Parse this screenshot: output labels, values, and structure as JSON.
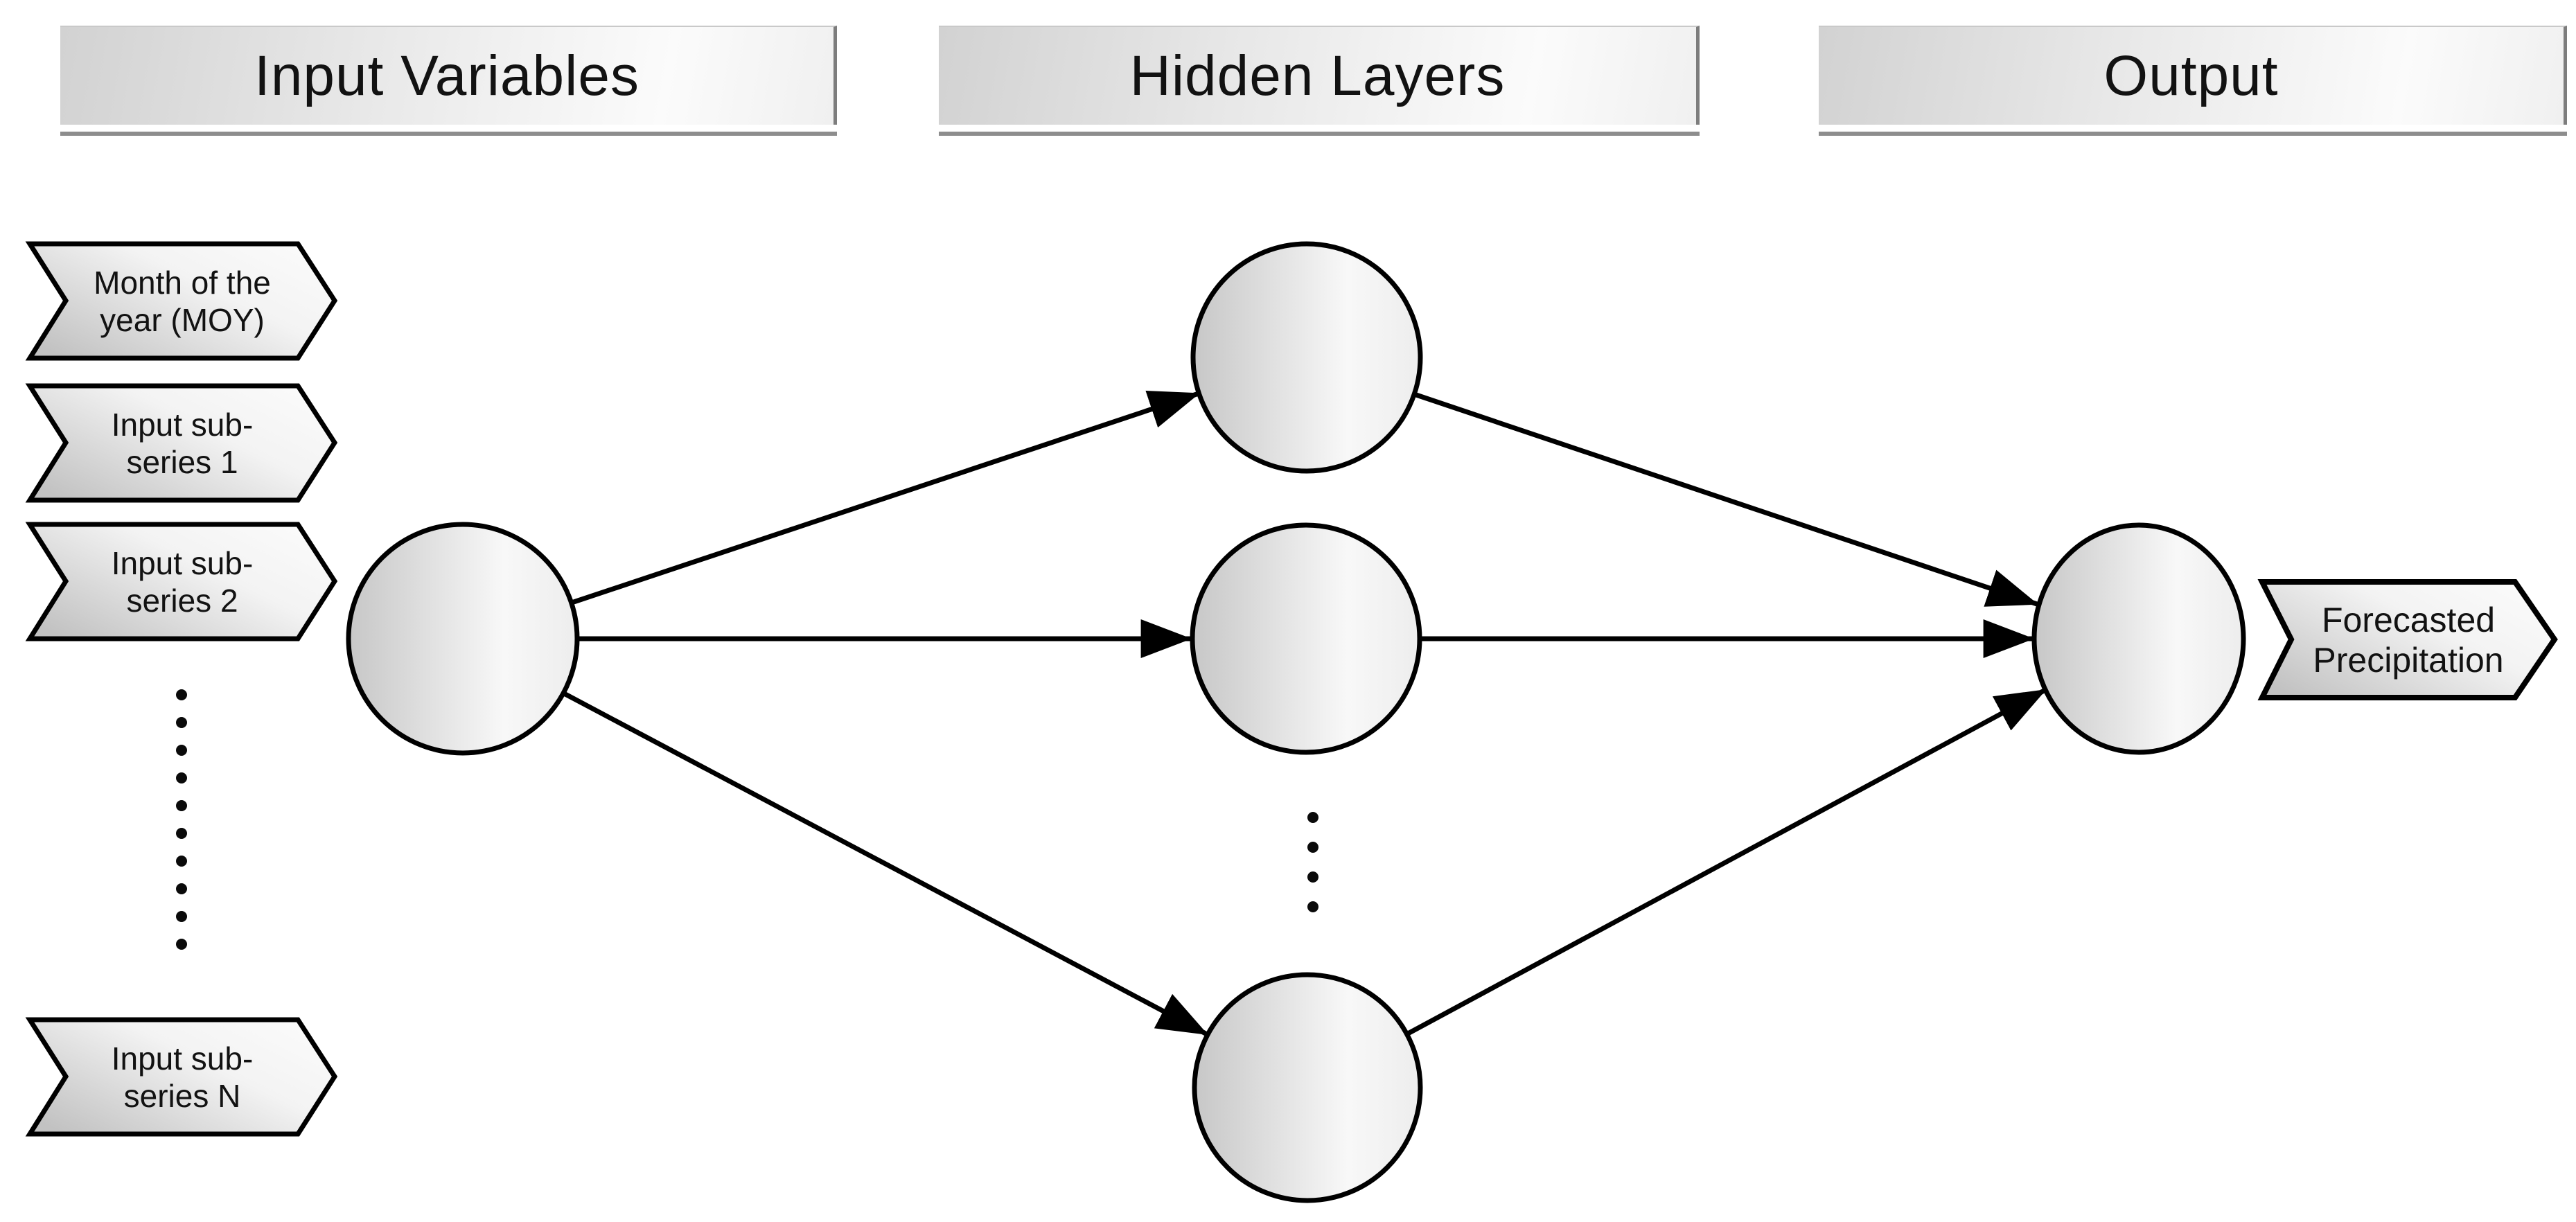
{
  "diagram": {
    "headers": [
      {
        "label": "Input Variables"
      },
      {
        "label": "Hidden Layers"
      },
      {
        "label": "Output"
      }
    ],
    "input_tags": [
      {
        "line1": "Month of the",
        "line2": "year (MOY)"
      },
      {
        "line1": "Input sub-",
        "line2": "series 1"
      },
      {
        "line1": "Input sub-",
        "line2": "series 2"
      },
      {
        "line1": "Input sub-",
        "line2": "series N"
      }
    ],
    "output_tag": {
      "line1": "Forecasted",
      "line2": "Precipitation"
    },
    "ellipsis": {
      "input_dots": 10,
      "hidden_dots": 4
    },
    "colors": {
      "stroke": "#000000",
      "node_fill_dark": "#c7c7c7",
      "node_fill_light": "#f8f8f8",
      "header_line": "#8d8d8d",
      "background": "#ffffff"
    }
  }
}
